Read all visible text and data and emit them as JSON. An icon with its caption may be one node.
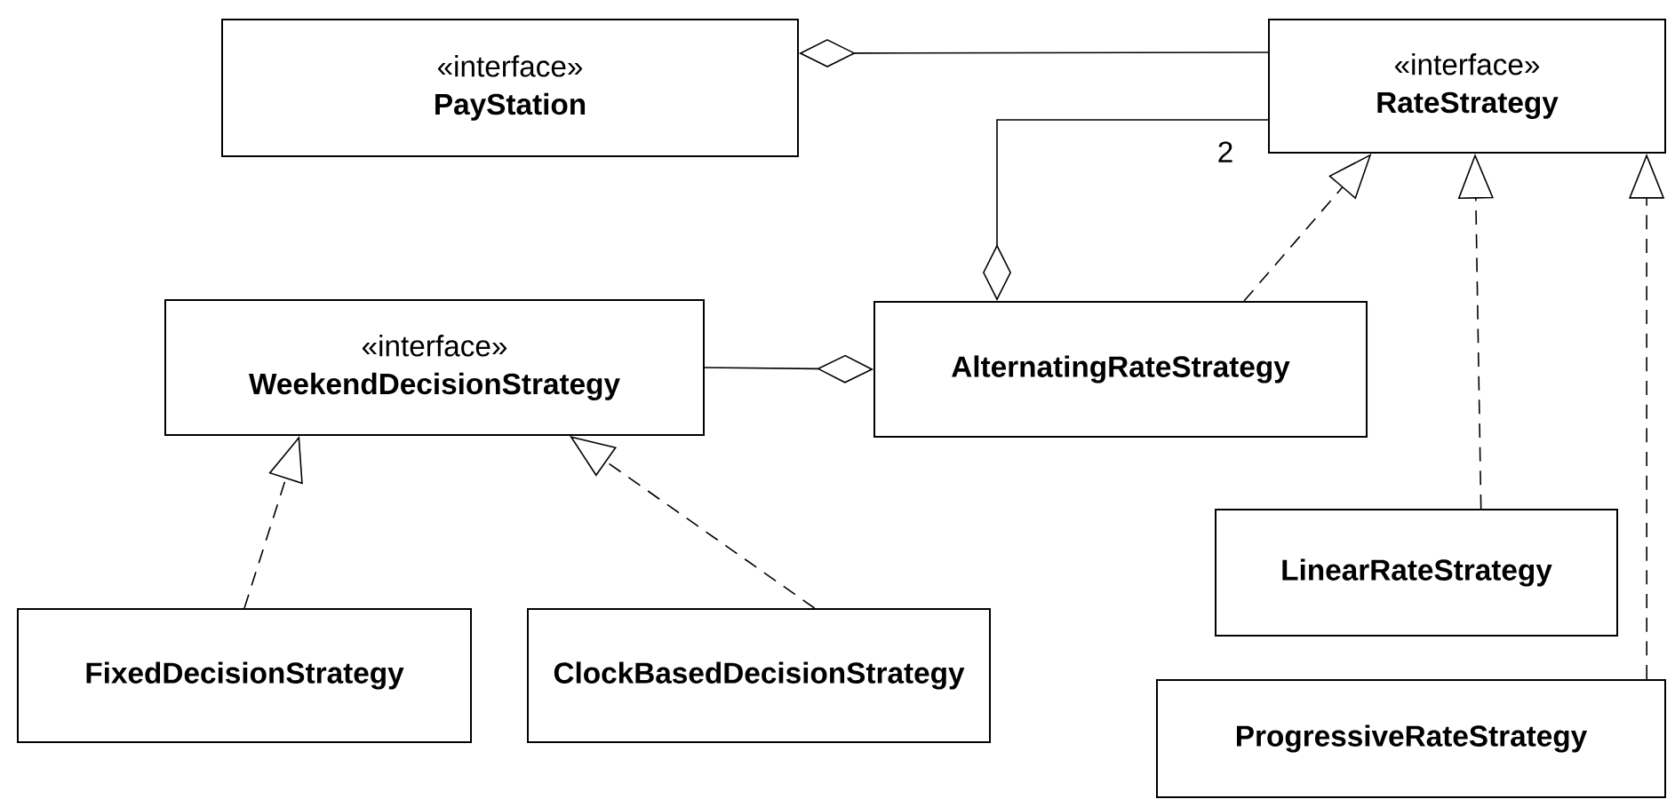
{
  "diagram": {
    "nodes": [
      {
        "text": [
          "«interface»",
          "PayStation"
        ]
      },
      {
        "text": [
          "«interface»",
          "RateStrategy"
        ]
      },
      {
        "text": [
          "AlternatingRateStrategy"
        ]
      },
      {
        "text": [
          "«interface»",
          "WeekendDecisionStrategy"
        ]
      },
      {
        "text": [
          "FixedDecisionStrategy"
        ]
      },
      {
        "text": [
          "ClockBasedDecisionStrategy"
        ]
      },
      {
        "text": [
          "LinearRateStrategy"
        ]
      },
      {
        "text": [
          "ProgressiveRateStrategy"
        ]
      }
    ],
    "edges": [
      {
        "from": 0,
        "to": 1,
        "arrow": "other"
      },
      {
        "from": 2,
        "to": 1,
        "arrow": "other",
        "label": "2"
      },
      {
        "from": 2,
        "to": 1,
        "arrow": "to",
        "style": "dashed"
      },
      {
        "from": 2,
        "to": 3,
        "arrow": "other"
      },
      {
        "from": 4,
        "to": 3,
        "arrow": "to",
        "style": "dashed"
      },
      {
        "from": 5,
        "to": 3,
        "arrow": "to",
        "style": "dashed"
      },
      {
        "from": 6,
        "to": 1,
        "arrow": "to",
        "style": "dashed"
      },
      {
        "from": 7,
        "to": 1,
        "arrow": "to",
        "style": "dashed"
      }
    ]
  }
}
